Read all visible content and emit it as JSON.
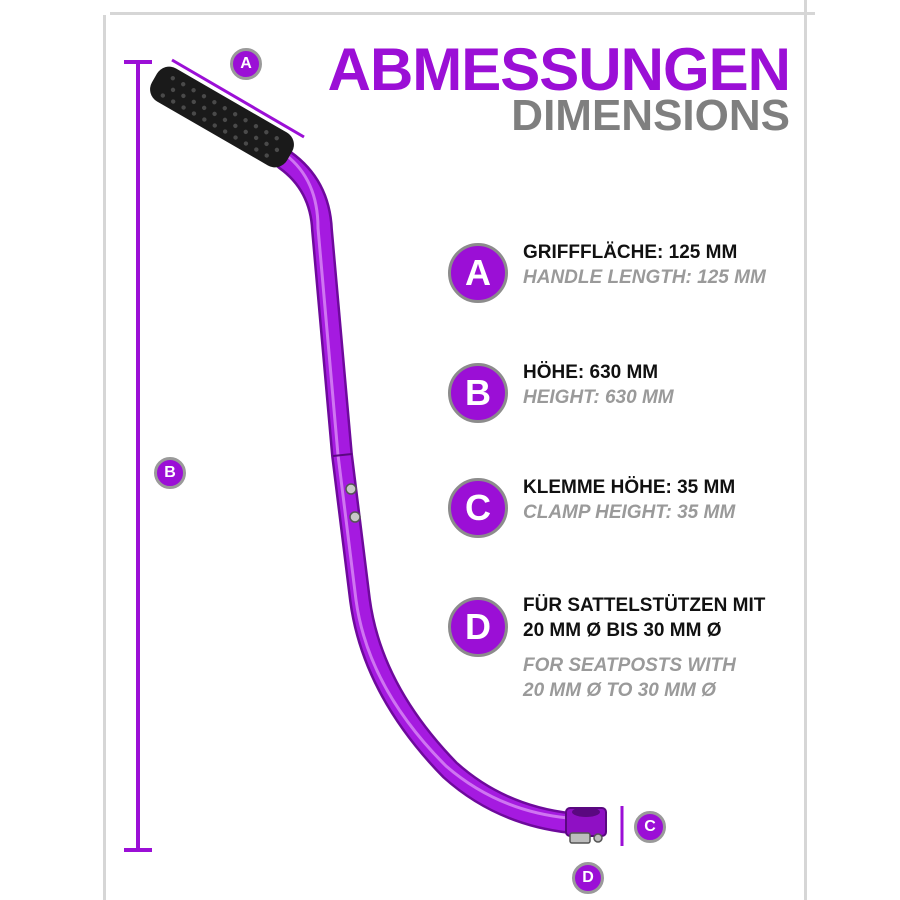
{
  "title": {
    "de": "ABMESSUNGEN",
    "en": "DIMENSIONS"
  },
  "specs": [
    {
      "letter": "A",
      "de": "GRIFFFLÄCHE: 125 MM",
      "en": "HANDLE LENGTH: 125 MM"
    },
    {
      "letter": "B",
      "de": "HÖHE: 630 MM",
      "en": "HEIGHT: 630 MM"
    },
    {
      "letter": "C",
      "de": "KLEMME HÖHE: 35 MM",
      "en": "CLAMP HEIGHT: 35 MM"
    },
    {
      "letter": "D",
      "de_line1": "FÜR SATTELSTÜTZEN MIT",
      "de_line2": "20 MM Ø BIS 30 MM Ø",
      "en_line1": "FOR SEATPOSTS WITH",
      "en_line2": "20 MM Ø TO 30 MM Ø"
    }
  ],
  "markers": {
    "a": "A",
    "b": "B",
    "c": "C",
    "d": "D"
  },
  "colors": {
    "accent": "#9b0fd6",
    "grey_text": "#9a9a9a",
    "grip": "#1a1a1a"
  }
}
